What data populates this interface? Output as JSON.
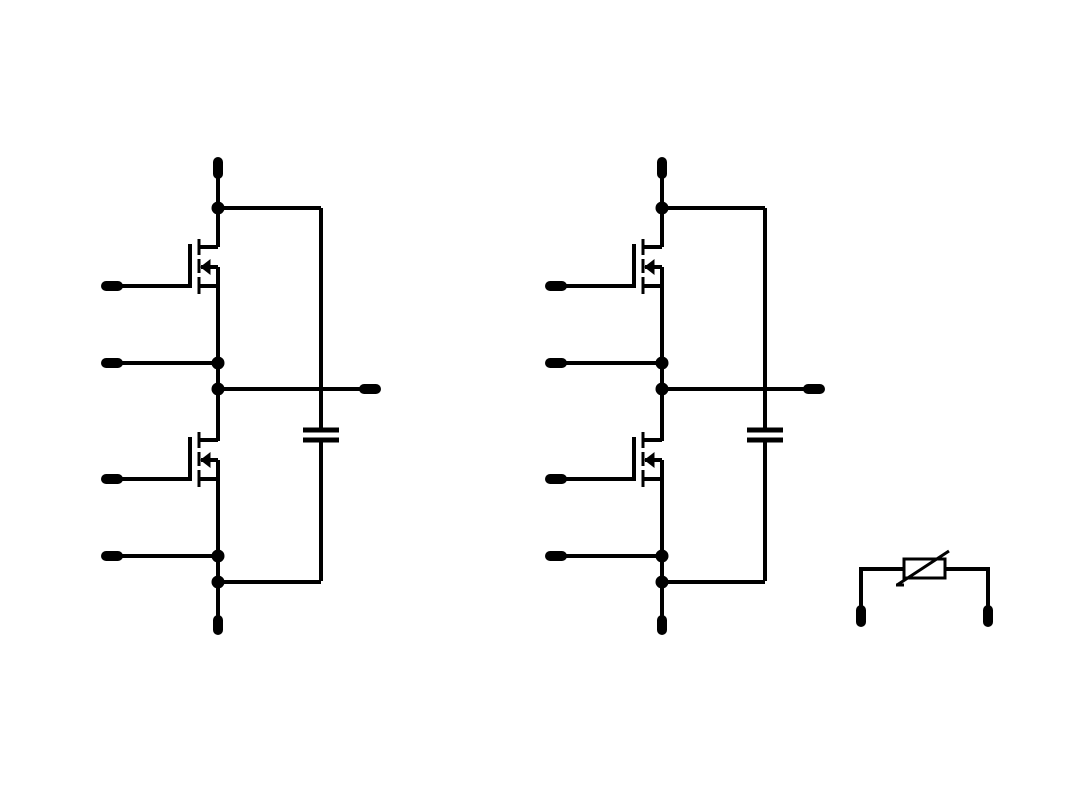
{
  "diagram": {
    "stroke_color": "#000000",
    "background_color": "#ffffff",
    "components": [
      {
        "name": "half-bridge-module-1",
        "type": "half-bridge",
        "parts": [
          "mosfet-high",
          "mosfet-low",
          "capacitor"
        ]
      },
      {
        "name": "half-bridge-module-2",
        "type": "half-bridge",
        "parts": [
          "mosfet-high",
          "mosfet-low",
          "capacitor"
        ]
      },
      {
        "name": "thermistor",
        "type": "variable-resistor"
      }
    ]
  }
}
